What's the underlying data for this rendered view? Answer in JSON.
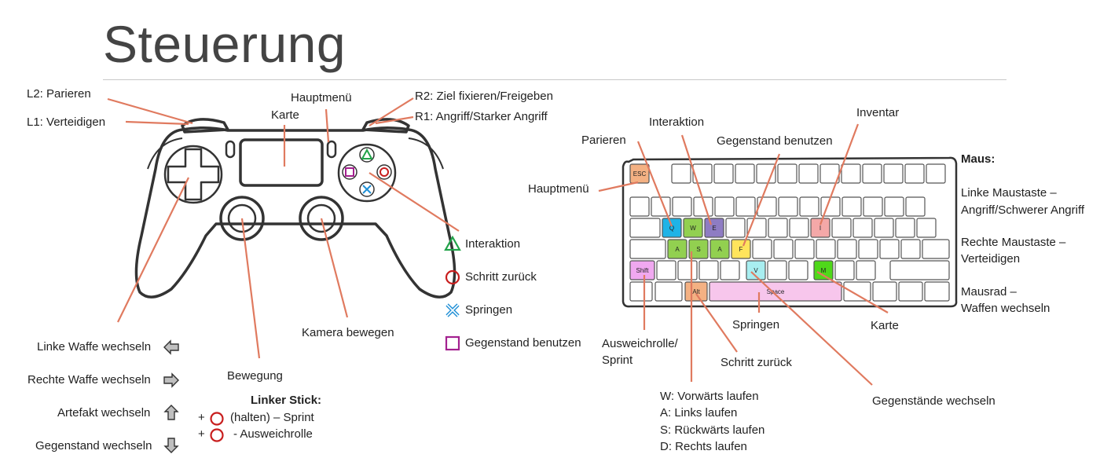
{
  "title": "Steuerung",
  "controller_labels": {
    "l2": "L2: Parieren",
    "l1": "L1: Verteidigen",
    "hauptmenu": "Hauptmenü",
    "karte": "Karte",
    "r2": "R2: Ziel fixieren/Freigeben",
    "r1": "R1: Angriff/Starker Angriff",
    "kamera": "Kamera bewegen",
    "bewegung": "Bewegung"
  },
  "face_buttons": [
    {
      "icon": "triangle-icon",
      "label": "Interaktion",
      "color": "#22a34a"
    },
    {
      "icon": "circle-icon",
      "label": "Schritt zurück",
      "color": "#c81e1e"
    },
    {
      "icon": "cross-icon",
      "label": "Springen",
      "color": "#1f8fd6"
    },
    {
      "icon": "square-icon",
      "label": "Gegenstand benutzen",
      "color": "#a3218f"
    }
  ],
  "dpad": [
    {
      "icon": "arrow-left-icon",
      "label": "Linke Waffe wechseln"
    },
    {
      "icon": "arrow-right-icon",
      "label": "Rechte Waffe wechseln"
    },
    {
      "icon": "arrow-up-icon",
      "label": "Artefakt wechseln"
    },
    {
      "icon": "arrow-down-icon",
      "label": "Gegenstand wechseln"
    }
  ],
  "left_stick": {
    "title": "Linker Stick:",
    "row1_plus": "+",
    "row1_text": "(halten) – Sprint",
    "row2_plus": "+",
    "row2_text": "- Ausweichrolle"
  },
  "keyboard_labels": {
    "parieren": "Parieren",
    "interaktion": "Interaktion",
    "gegenstand_benutzen": "Gegenstand benutzen",
    "inventar": "Inventar",
    "hauptmenu": "Hauptmenü",
    "ausweich_line1": "Ausweichrolle/",
    "ausweich_line2": "Sprint",
    "springen": "Springen",
    "schritt_zurueck": "Schritt zurück",
    "karte": "Karte",
    "gegenstaende_wechseln": "Gegenstände wechseln",
    "movement": [
      "W: Vorwärts laufen",
      "A: Links laufen",
      "S: Rückwärts laufen",
      "D: Rechts laufen"
    ]
  },
  "keys": {
    "esc": "ESC",
    "q": "Q",
    "w": "W",
    "e": "E",
    "i": "I",
    "a1": "A",
    "s": "S",
    "a2": "A",
    "f": "F",
    "shift": "Shift",
    "v": "V",
    "m": "M",
    "alt": "Alt",
    "space": "Space"
  },
  "key_colors": {
    "esc": "#f4b183",
    "q": "#1fb3e6",
    "w": "#92d050",
    "e": "#8e7cc3",
    "i": "#f4a8a8",
    "a1": "#92d050",
    "s": "#92d050",
    "a2": "#92d050",
    "f": "#ffe45c",
    "shift": "#f0a8f0",
    "v": "#a8eef0",
    "m": "#4fd81a",
    "alt": "#f4b183",
    "space": "#f7c6ec"
  },
  "maus": {
    "title": "Maus:",
    "left_l1": "Linke Maustaste –",
    "left_l2": "Angriff/Schwerer Angriff",
    "right_l1": "Rechte Maustaste –",
    "right_l2": "Verteidigen",
    "wheel_l1": "Mausrad –",
    "wheel_l2": "Waffen wechseln"
  },
  "colors": {
    "leader": "#e07a5f",
    "outline": "#333333"
  }
}
